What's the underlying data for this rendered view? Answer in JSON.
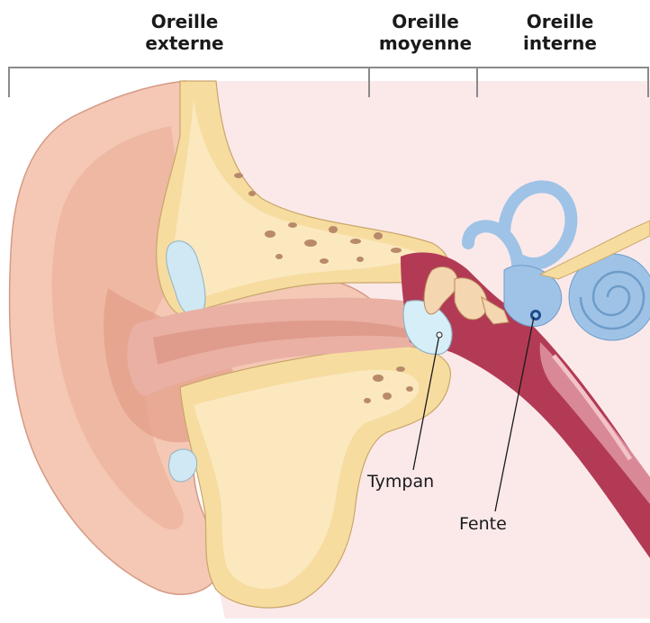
{
  "regions": [
    {
      "id": "outer",
      "title": "Oreille\nexterne"
    },
    {
      "id": "middle",
      "title": "Oreille\nmoyenne"
    },
    {
      "id": "inner",
      "title": "Oreille\ninterne"
    }
  ],
  "labels": {
    "eardrum": "Tympan",
    "opening": "Fente"
  },
  "colors": {
    "background_pink": "#fbe9ea",
    "skin": "#f4c8b4",
    "skin_shadow": "#e8a58e",
    "bone": "#f7dca0",
    "bone_light": "#fbe8bf",
    "cartilage_blue": "#cfe8f3",
    "middle_ear_red": "#b33a55",
    "inner_ear_blue": "#9fc3e6",
    "canal": "#eab0a4"
  }
}
